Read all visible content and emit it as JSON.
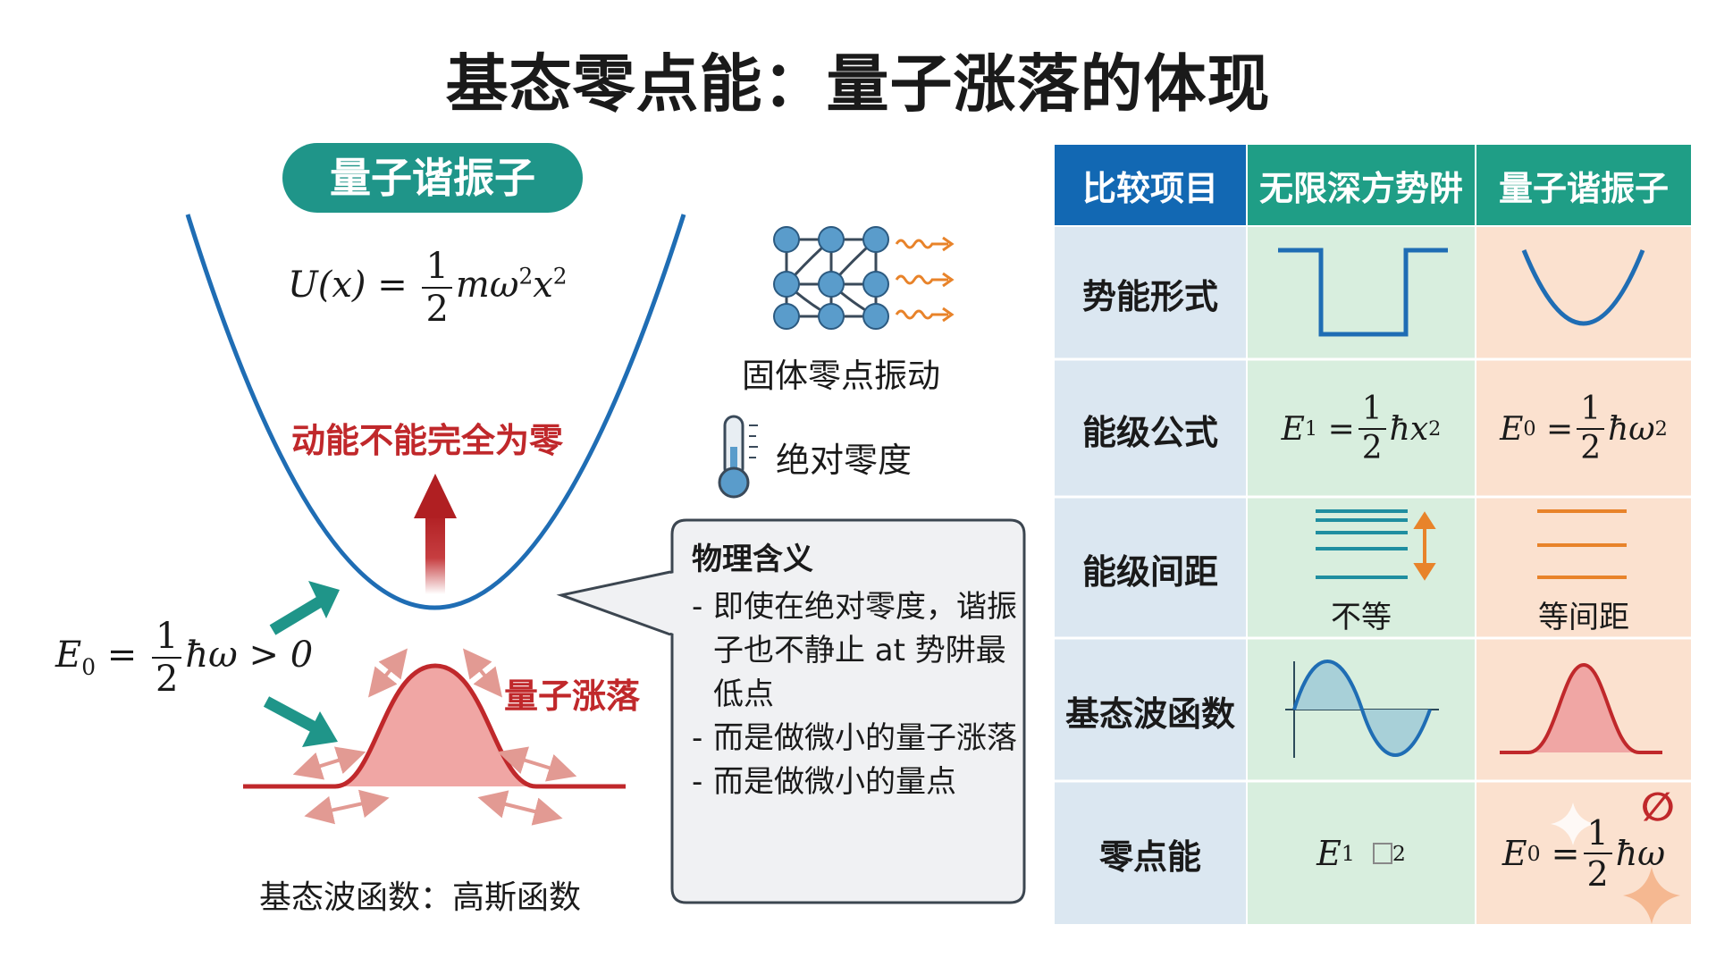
{
  "title": "基态零点能：量子涨落的体现",
  "left": {
    "pill": "量子谐振子",
    "potential": {
      "lhs": "U(x)",
      "eq": "=",
      "num": "1",
      "den": "2",
      "rhs_main": "mω",
      "rhs_exp1": "2",
      "rhs_x": "x",
      "rhs_exp2": "2"
    },
    "kinetic_label": "动能不能完全为零",
    "e0": {
      "lhs": "E",
      "sub": "0",
      "eq": "=",
      "num": "1",
      "den": "2",
      "rhs": "ħω > 0"
    },
    "fluctuation_label": "量子涨落",
    "caption": "基态波函数：高斯函数"
  },
  "middle": {
    "crystal_label": "固体零点振动",
    "thermometer_label": "绝对零度",
    "callout": {
      "title": "物理含义",
      "bullets": [
        "即使在绝对零度，谐振子也不静止 at 势阱最低点",
        "而是做微小的量子涨落",
        "而是做微小的量点"
      ]
    }
  },
  "table": {
    "headers": [
      "比较项目",
      "无限深方势阱",
      "量子谐振子"
    ],
    "rows": [
      {
        "label": "势能形式"
      },
      {
        "label": "能级公式",
        "well": {
          "lhs": "E",
          "sub": "1",
          "eq": "=",
          "num": "1",
          "den": "2",
          "rhs": "ħx",
          "exp": "2"
        },
        "osc": {
          "lhs": "E",
          "sub": "0",
          "eq": "=",
          "num": "1",
          "den": "2",
          "rhs": "ħω",
          "exp": "2"
        }
      },
      {
        "label": "能级间距",
        "well_caption": "不等",
        "osc_caption": "等间距"
      },
      {
        "label": "基态波函数"
      },
      {
        "label": "零点能",
        "well": {
          "lhs": "E",
          "sub": "1",
          "exp": "2"
        },
        "osc": {
          "lhs": "E",
          "sub": "0",
          "eq": "=",
          "num": "1",
          "den": "2",
          "rhs": "ħω"
        },
        "badge": "∅"
      }
    ]
  },
  "colors": {
    "teal": "#1f9589",
    "blue_curve": "#1f6db4",
    "red": "#c0282b",
    "header_blue": "#1268b3",
    "header_green": "#1f9e86",
    "col1_bg": "#dbe7f1",
    "col2_bg": "#d8eede",
    "col3_bg": "#fbe1cf"
  }
}
